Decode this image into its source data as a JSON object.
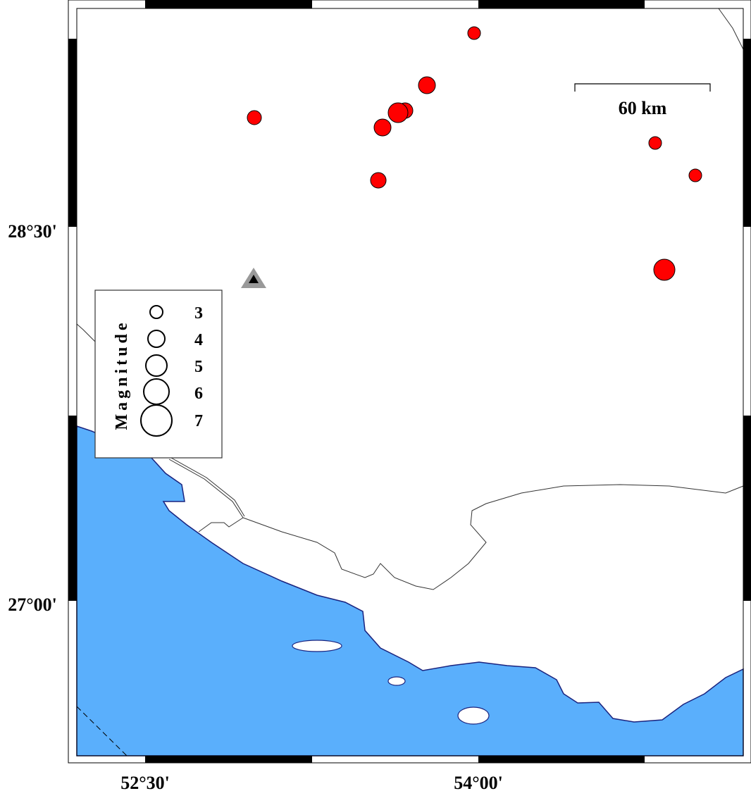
{
  "map": {
    "axes": {
      "lat_labels": [
        "28°30'",
        "27°00'"
      ],
      "lon_labels": [
        "52°30'",
        "54°00'"
      ]
    },
    "scale_bar": {
      "label": "60 km"
    },
    "legend": {
      "title": "Magnitude",
      "entries": [
        "3",
        "4",
        "5",
        "6",
        "7"
      ]
    },
    "station": {
      "symbol": "triangle"
    },
    "colors": {
      "sea": "#5aaffc",
      "coastline": "#1a237e",
      "event": "#ff0000",
      "station_outer": "#999999",
      "station_inner": "#000000"
    },
    "events_count": 10
  }
}
